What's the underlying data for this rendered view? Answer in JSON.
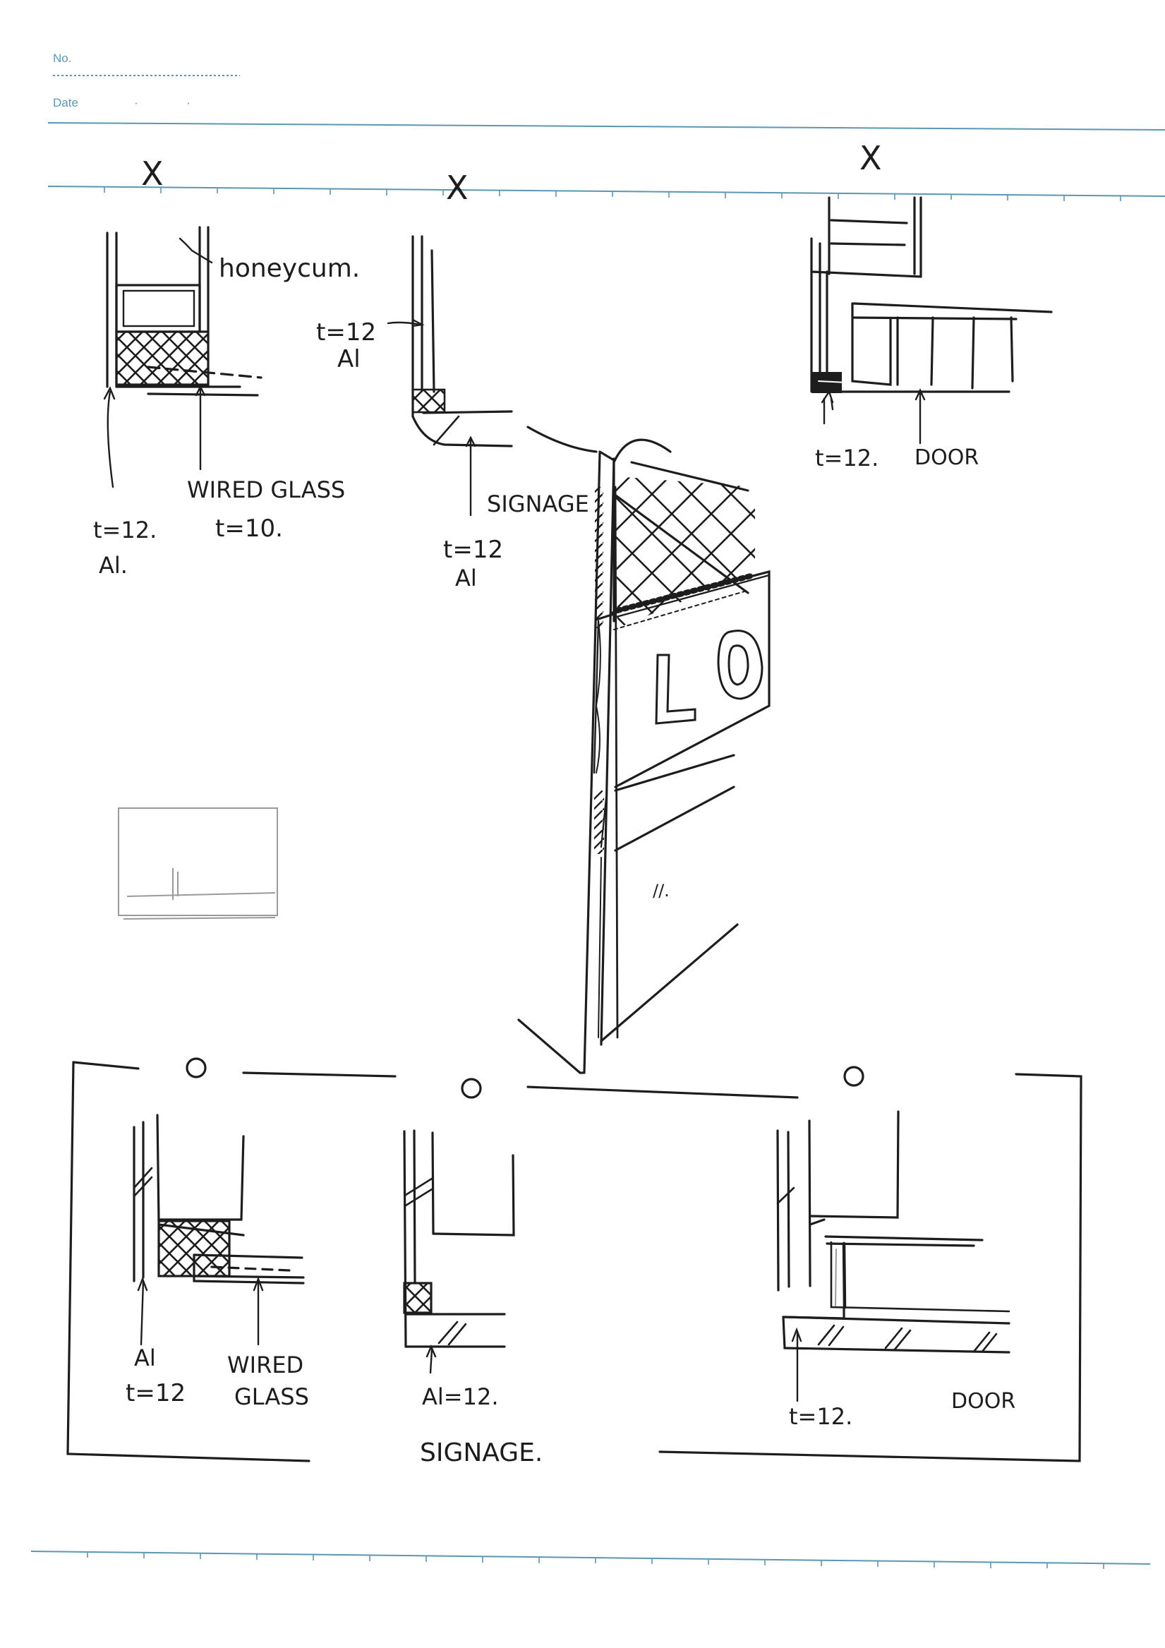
{
  "header": {
    "no_label": "No.",
    "date_label": "Date",
    "date_separators": [
      "·",
      "·"
    ]
  },
  "colors": {
    "ink": "#1d1d1d",
    "rule_blue": "#5b97b5",
    "pencil": "#9a9a9a",
    "paper": "#ffffff"
  },
  "sketches": {
    "top_left": {
      "mark": "X",
      "labels": {
        "honeycomb": "honeycum.",
        "material": "t=12.",
        "material2": "Al.",
        "glass": "WIRED GLASS",
        "glass_t": "t=10."
      }
    },
    "top_middle": {
      "mark": "X",
      "labels": {
        "thickness": "t=12",
        "material": "Al",
        "signage": "SIGNAGE",
        "bottom_t": "t=12",
        "bottom_mat": "Al"
      }
    },
    "top_right": {
      "mark": "X",
      "labels": {
        "thickness": "t=12.",
        "door": "DOOR"
      }
    },
    "perspective": {
      "letters": "LO",
      "mark": "//."
    },
    "bottom_left": {
      "mark": "O",
      "labels": {
        "material": "Al",
        "thickness": "t=12",
        "glass1": "WIRED",
        "glass2": "GLASS"
      }
    },
    "bottom_middle": {
      "mark": "O",
      "labels": {
        "material": "Al=12.",
        "signage": "SIGNAGE."
      }
    },
    "bottom_right": {
      "mark": "O",
      "labels": {
        "thickness": "t=12.",
        "door": "DOOR"
      }
    }
  }
}
